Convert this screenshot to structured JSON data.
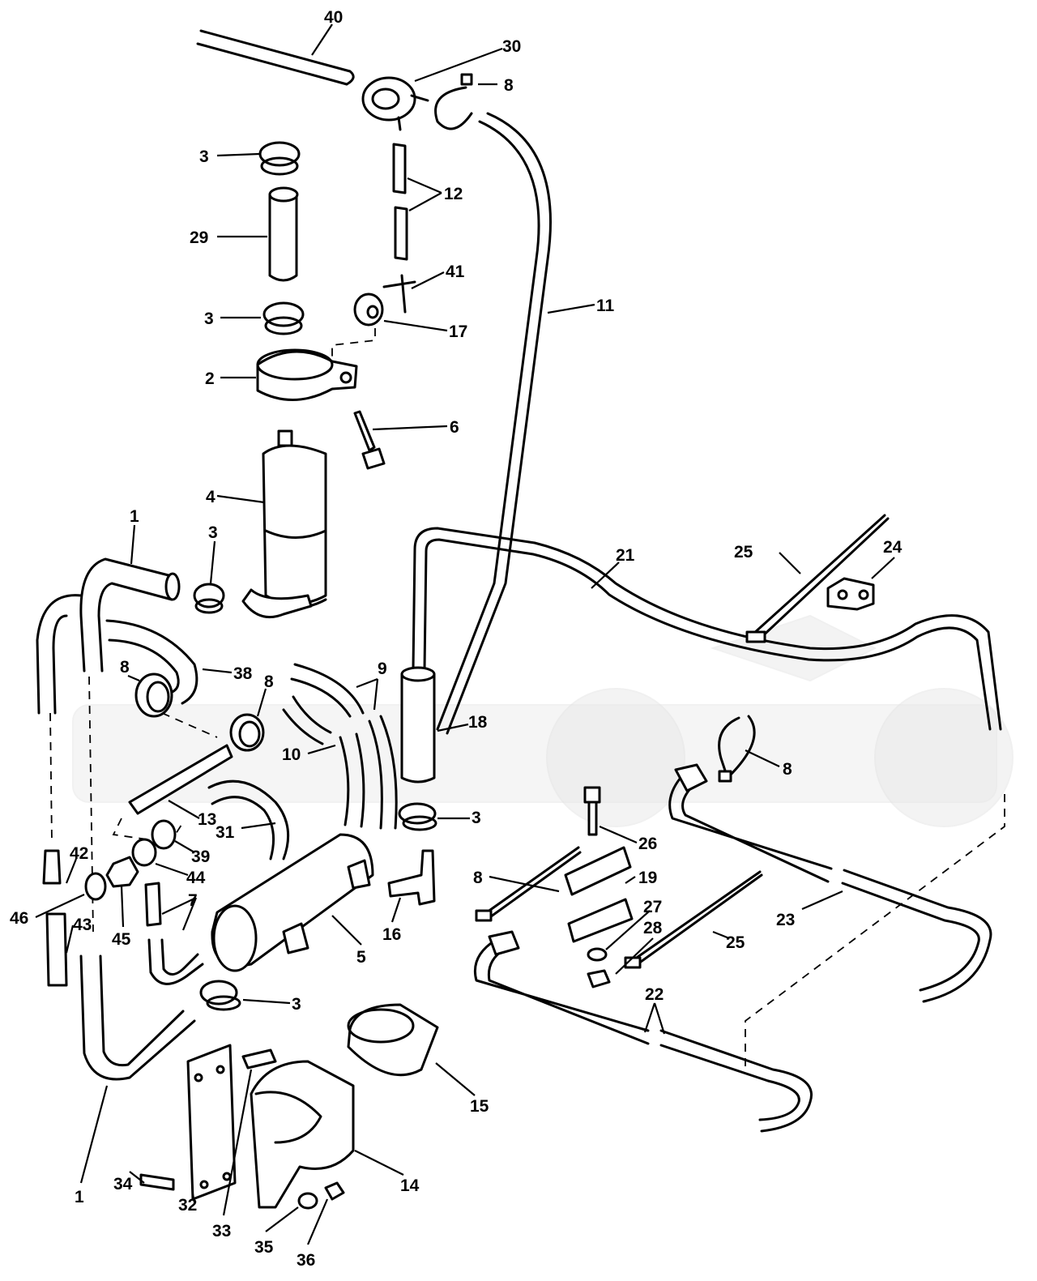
{
  "diagram": {
    "type": "exploded parts diagram",
    "line_color": "#000000",
    "background_color": "#ffffff",
    "watermark_color": "#e9e9e9",
    "callouts": [
      {
        "id": "c40",
        "text": "40"
      },
      {
        "id": "c30",
        "text": "30"
      },
      {
        "id": "c8a",
        "text": "8"
      },
      {
        "id": "c3a",
        "text": "3"
      },
      {
        "id": "c12",
        "text": "12"
      },
      {
        "id": "c29",
        "text": "29"
      },
      {
        "id": "c41",
        "text": "41"
      },
      {
        "id": "c11",
        "text": "11"
      },
      {
        "id": "c3b",
        "text": "3"
      },
      {
        "id": "c17",
        "text": "17"
      },
      {
        "id": "c2",
        "text": "2"
      },
      {
        "id": "c6",
        "text": "6"
      },
      {
        "id": "c4",
        "text": "4"
      },
      {
        "id": "c1a",
        "text": "1"
      },
      {
        "id": "c3c",
        "text": "3"
      },
      {
        "id": "c21",
        "text": "21"
      },
      {
        "id": "c25a",
        "text": "25"
      },
      {
        "id": "c24",
        "text": "24"
      },
      {
        "id": "c8b",
        "text": "8"
      },
      {
        "id": "c38",
        "text": "38"
      },
      {
        "id": "c8c",
        "text": "8"
      },
      {
        "id": "c9",
        "text": "9"
      },
      {
        "id": "c18",
        "text": "18"
      },
      {
        "id": "c10",
        "text": "10"
      },
      {
        "id": "c8d",
        "text": "8"
      },
      {
        "id": "c13",
        "text": "13"
      },
      {
        "id": "c3d",
        "text": "3"
      },
      {
        "id": "c31",
        "text": "31"
      },
      {
        "id": "c26",
        "text": "26"
      },
      {
        "id": "c42",
        "text": "42"
      },
      {
        "id": "c39",
        "text": "39"
      },
      {
        "id": "c44",
        "text": "44"
      },
      {
        "id": "c8e",
        "text": "8"
      },
      {
        "id": "c19",
        "text": "19"
      },
      {
        "id": "c46",
        "text": "46"
      },
      {
        "id": "c43",
        "text": "43"
      },
      {
        "id": "c7",
        "text": "7"
      },
      {
        "id": "c27",
        "text": "27"
      },
      {
        "id": "c23",
        "text": "23"
      },
      {
        "id": "c45",
        "text": "45"
      },
      {
        "id": "c16",
        "text": "16"
      },
      {
        "id": "c5",
        "text": "5"
      },
      {
        "id": "c28",
        "text": "28"
      },
      {
        "id": "c25b",
        "text": "25"
      },
      {
        "id": "c3e",
        "text": "3"
      },
      {
        "id": "c22",
        "text": "22"
      },
      {
        "id": "c15",
        "text": "15"
      },
      {
        "id": "c14",
        "text": "14"
      },
      {
        "id": "c1b",
        "text": "1"
      },
      {
        "id": "c34",
        "text": "34"
      },
      {
        "id": "c32",
        "text": "32"
      },
      {
        "id": "c33",
        "text": "33"
      },
      {
        "id": "c35",
        "text": "35"
      },
      {
        "id": "c36",
        "text": "36"
      }
    ]
  }
}
